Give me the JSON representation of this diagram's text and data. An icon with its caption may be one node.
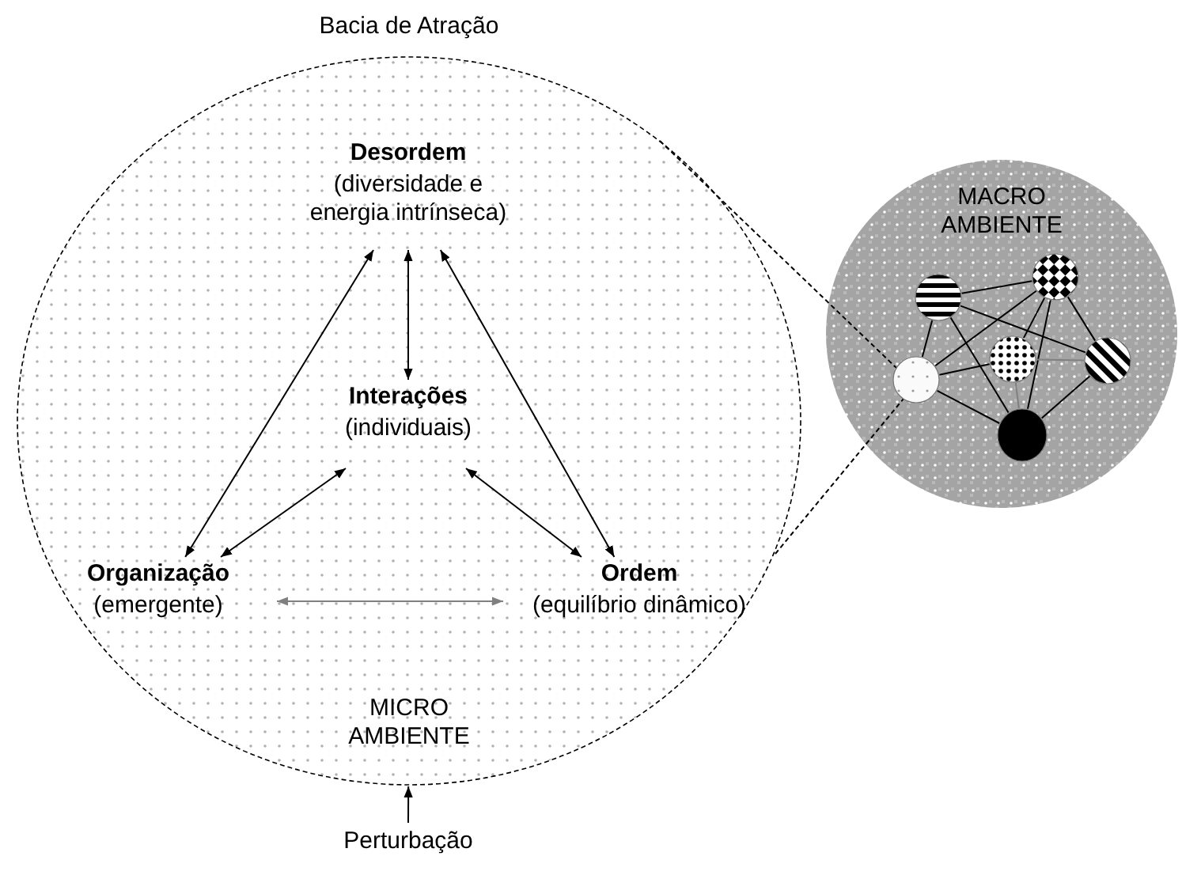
{
  "diagram": {
    "nodes": [
      {
        "text": [
          "Bacia de Atração",
          "MICRO AMBIENTE"
        ]
      },
      {
        "text": [
          "Desordem",
          "(diversidade e energia intrínseca)"
        ],
        "in": 0
      },
      {
        "text": [
          "Interações",
          "(individuais)"
        ],
        "in": 0
      },
      {
        "text": [
          "Organização",
          "(emergente)"
        ],
        "in": 0
      },
      {
        "text": [
          "Ordem",
          "(equilíbrio dinâmico)"
        ],
        "in": 0
      },
      {
        "text": [
          "MACRO AMBIENTE"
        ]
      },
      {
        "text": [],
        "shape": "circle",
        "in": 5
      },
      {
        "text": [],
        "shape": "circle",
        "in": 5
      },
      {
        "text": [],
        "shape": "circle",
        "in": 5
      },
      {
        "text": [],
        "shape": "circle",
        "in": 5
      },
      {
        "text": [],
        "shape": "circle",
        "in": 5
      },
      {
        "text": [],
        "shape": "circle",
        "in": 5
      },
      {
        "text": [
          "Perturbação"
        ]
      }
    ],
    "edges": [
      {
        "from": 1,
        "to": 2,
        "arrow": "both"
      },
      {
        "from": 1,
        "to": 3,
        "arrow": "both"
      },
      {
        "from": 1,
        "to": 4,
        "arrow": "both"
      },
      {
        "from": 2,
        "to": 3,
        "arrow": "both"
      },
      {
        "from": 2,
        "to": 4,
        "arrow": "both"
      },
      {
        "from": 3,
        "to": 4,
        "arrow": "both",
        "color": "#808080"
      },
      {
        "from": 12,
        "to": 0,
        "arrow": "to"
      },
      {
        "from": 0,
        "to": 8,
        "arrow": "none",
        "style": "dashed"
      },
      {
        "from": 0,
        "to": 8,
        "arrow": "none",
        "style": "dashed"
      },
      {
        "from": 6,
        "to": 7,
        "arrow": "none"
      },
      {
        "from": 6,
        "to": 8,
        "arrow": "none"
      },
      {
        "from": 6,
        "to": 11,
        "arrow": "none"
      },
      {
        "from": 6,
        "to": 10,
        "arrow": "none"
      },
      {
        "from": 7,
        "to": 8,
        "arrow": "none"
      },
      {
        "from": 7,
        "to": 9,
        "arrow": "none"
      },
      {
        "from": 7,
        "to": 11,
        "arrow": "none"
      },
      {
        "from": 7,
        "to": 10,
        "arrow": "none"
      },
      {
        "from": 9,
        "to": 8,
        "arrow": "none"
      },
      {
        "from": 9,
        "to": 10,
        "arrow": "none",
        "color": "#808080"
      },
      {
        "from": 9,
        "to": 11,
        "arrow": "none",
        "color": "#808080"
      },
      {
        "from": 8,
        "to": 11,
        "arrow": "none"
      },
      {
        "from": 10,
        "to": 11,
        "arrow": "none"
      }
    ]
  }
}
